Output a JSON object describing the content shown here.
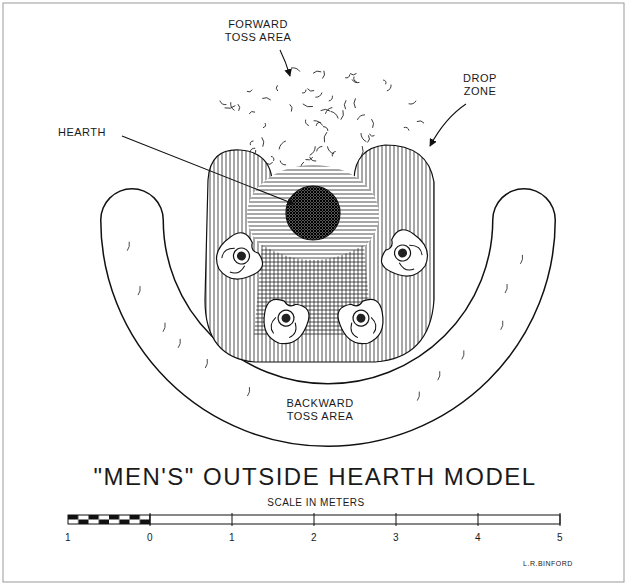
{
  "diagram": {
    "title": "\"MEN'S\" OUTSIDE HEARTH MODEL",
    "labels": [
      "FORWARD TOSS AREA",
      "HEARTH",
      "DROP ZONE",
      "BACKWARD TOSS AREA",
      "SCALE IN METERS",
      "1",
      "0",
      "1",
      "2",
      "3",
      "4",
      "5",
      "L.R.BINFORD"
    ]
  }
}
